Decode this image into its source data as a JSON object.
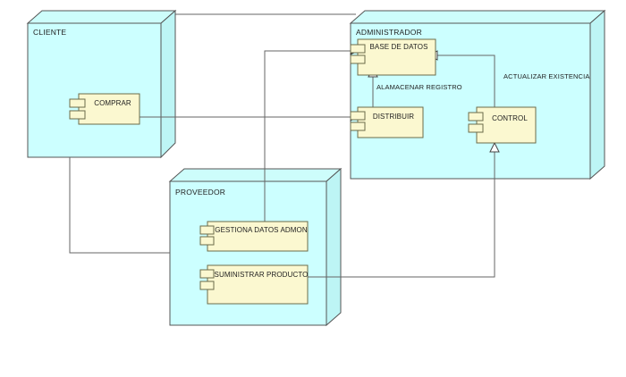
{
  "diagram": {
    "type": "uml-component-deployment-diagram",
    "background": "#ffffff",
    "colors": {
      "node_fill": "#ccffff",
      "node_top_fill": "#cdfdfb",
      "node_side_fill": "#bdf5f5",
      "node_stroke": "#555555",
      "component_fill": "#fbf8d0",
      "component_stroke": "#6b6b4a",
      "connector": "#666666",
      "text": "#222222"
    }
  },
  "nodes": [
    {
      "id": "cliente",
      "label": "CLIENTE",
      "components": [
        {
          "id": "comprar",
          "label": "COMPRAR"
        }
      ]
    },
    {
      "id": "administrador",
      "label": "ADMINISTRADOR",
      "components": [
        {
          "id": "base-de-datos",
          "label": "BASE DE DATOS"
        },
        {
          "id": "distribuir",
          "label": "DISTRIBUIR"
        },
        {
          "id": "control",
          "label": "CONTROL"
        }
      ]
    },
    {
      "id": "proveedor",
      "label": "PROVEEDOR",
      "components": [
        {
          "id": "gestiona-datos-admon",
          "label": "GESTIONA DATOS ADMON"
        },
        {
          "id": "suministrar-producto",
          "label": "SUMINISTRAR PRODUCTO"
        }
      ]
    }
  ],
  "edge_labels": [
    {
      "id": "alamacenar-registro",
      "label": "ALAMACENAR REGISTRO"
    },
    {
      "id": "actualizar-existencia",
      "label": "ACTUALIZAR EXISTENCIA"
    }
  ],
  "connections": [
    {
      "from": "cliente",
      "to": "administrador",
      "kind": "node-link"
    },
    {
      "from": "comprar",
      "to": "distribuir",
      "kind": "dependency"
    },
    {
      "from": "gestiona-datos-admon",
      "to": "base-de-datos",
      "kind": "dependency"
    },
    {
      "from": "cliente",
      "to": "proveedor",
      "kind": "node-link"
    },
    {
      "from": "distribuir",
      "to": "base-de-datos",
      "kind": "generalization",
      "label": "ALAMACENAR REGISTRO"
    },
    {
      "from": "control",
      "to": "base-de-datos",
      "kind": "generalization",
      "label": "ACTUALIZAR EXISTENCIA"
    },
    {
      "from": "suministrar-producto",
      "to": "control",
      "kind": "generalization"
    }
  ]
}
